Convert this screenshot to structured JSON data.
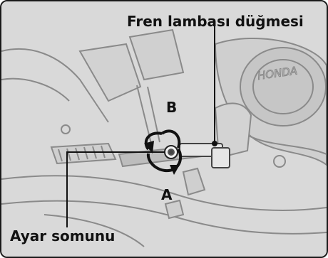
{
  "labels": {
    "brake_light_switch": "Fren lambası düğmesi",
    "adjusting_nut": "Ayar somunu",
    "position_b": "B",
    "position_a": "A"
  },
  "logo_text": "HONDA",
  "colors": {
    "background": "#d9d9d9",
    "engine_shade": "#c2c2c2",
    "line_art": "#8a8a8a",
    "leader_line": "#111111",
    "rotation_arrow": "#111111"
  },
  "icons": [
    "rotation-arrow-icon",
    "honda-logo-icon"
  ]
}
